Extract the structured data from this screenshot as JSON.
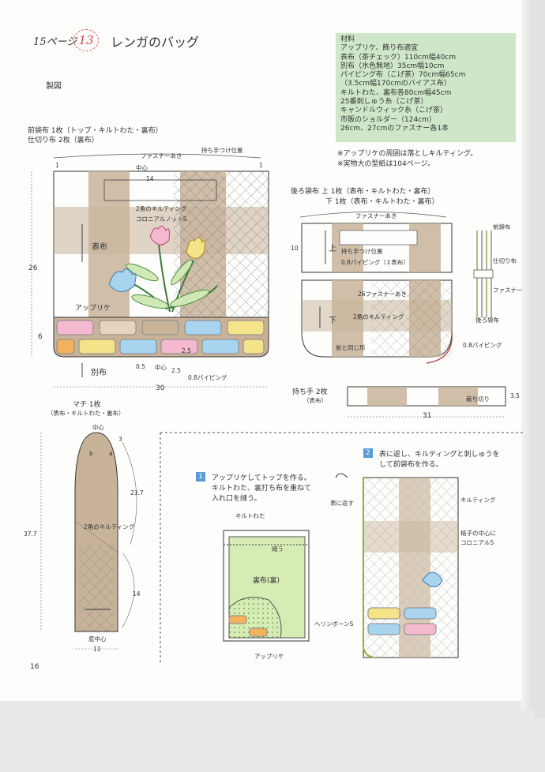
{
  "header": {
    "page_ref": "15ページ",
    "number": "13",
    "title": "レンガのバッグ"
  },
  "materials": {
    "title": "材料",
    "lines": [
      "アップリケ、飾り布適宜",
      "表布（茶チェック）110cm幅40cm",
      "別布（水色無地）35cm幅10cm",
      "パイピング布（こげ茶）70cm幅65cm",
      "（3.5cm幅170cmのバイアス布）",
      "キルトわた、裏布各80cm幅45cm",
      "25番刺しゅう糸（こげ茶）",
      "キャンドルウィック糸（こげ茶）",
      "市販のショルダー（124cm）",
      "26cm、27cmのファスナー各1本"
    ]
  },
  "notes": [
    "※アップリケの周囲は落としキルティング。",
    "※実物大の型紙は104ページ。"
  ],
  "section_label": "製図",
  "front": {
    "title1": "前袋布 1枚（トップ・キルトわた・裏布）",
    "title2": "仕切り布 2枚（裏布）",
    "zipper": "ファスナーあき",
    "handle_pos": "持ち手つけ位置",
    "center": "中心",
    "dim_14": "14",
    "quilting": "2角のキルティング",
    "colonial": "コロニアルノットS",
    "omote": "表布",
    "applique": "アップリケ",
    "bessoku": "別布",
    "dim_26": "26",
    "dim_6": "6",
    "dim_05": "0.5",
    "center2": "中心",
    "dim_25a": "2.5",
    "dim_25b": "2.5",
    "piping": "0.8パイピング",
    "dim_30": "30",
    "dim_1a": "1",
    "dim_1b": "1"
  },
  "back": {
    "title1": "後ろ袋布 上 1枚（表布・キルトわた・裏布）",
    "title2": "下 1枚（表布・キルトわた・裏布）",
    "zipper": "ファスナーあき",
    "handle_pos": "持ち手つけ位置",
    "ue": "上",
    "shita": "下",
    "piping_omote": "0.8パイピング（↕表布）",
    "zipper26": "26ファスナーあき",
    "quilting": "2角のキルティング",
    "same_as_front": "前と同じ形",
    "piping": "0.8パイピング",
    "dim_10": "10",
    "maebukuro": "前袋布",
    "shikiri": "仕切り布",
    "fastener": "ファスナー",
    "ushiro": "後ろ袋布"
  },
  "handle": {
    "title": "持ち手 2枚",
    "sub": "（表布）",
    "cut": "裁ち切り",
    "dim_35": "3.5",
    "dim_31": "31"
  },
  "gusset": {
    "title": "マチ 1枚",
    "sub": "（表布・キルトわた・裏布）",
    "center": "中心",
    "dim_3": "3",
    "b": "b",
    "a": "a",
    "dim_237": "23.7",
    "quilting": "2角のキルティング",
    "dim_377": "37.7",
    "dim_14": "14",
    "bottom_center": "底中心",
    "dim_11": "11"
  },
  "steps": [
    {
      "num": "1",
      "text1": "アップリケしてトップを作る。",
      "text2": "キルトわた、裏打ち布を重ねて",
      "text3": "入れ口を縫う。",
      "quilt": "キルトわた",
      "nuu": "縫う",
      "ura": "裏布(裏)",
      "applique": "アップリケ"
    },
    {
      "num": "2",
      "text1": "表に返し、キルティングと刺しゅうを",
      "text2": "して前袋布を作る。",
      "omote_kaesu": "表に返す",
      "quilting": "キルティング",
      "lattice1": "格子の中心に",
      "lattice2": "コロニアルS",
      "herringbone": "ヘリンボーンS"
    }
  ],
  "page_number": "16",
  "colors": {
    "beige": "#c8b39a",
    "green_box": "#cfe7c8",
    "accent_red": "#d9424a",
    "step_blue": "#5b9bd5",
    "lining_green": "#d6ecb4",
    "brick_yellow": "#f5e38a",
    "brick_pink": "#f4b9cf",
    "brick_blue": "#a8d4f0",
    "brick_orange": "#f3b35e"
  }
}
